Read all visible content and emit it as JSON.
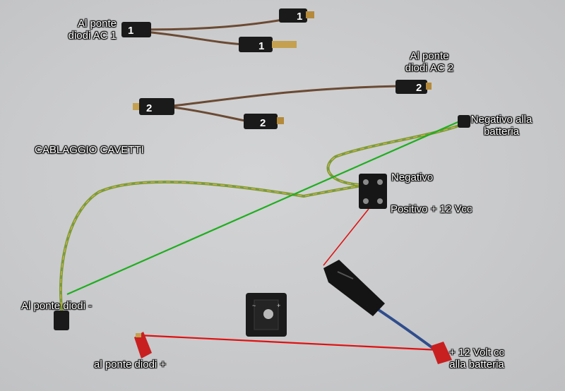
{
  "labels": {
    "ac1": [
      "Al ponte",
      "diodi AC 1"
    ],
    "ac2": [
      "Al ponte",
      "diodi AC 2"
    ],
    "title": "CABLAGGIO CAVETTI",
    "neg_batt": [
      "Negativo alla",
      "batteria"
    ],
    "negativo": "Negativo",
    "positivo": "Positivo + 12 Vcc",
    "diodi_minus": "Al ponte diodi -",
    "diodi_plus": "al ponte diodi +",
    "pos_batt": [
      "+ 12 Volt cc",
      "alla batteria"
    ]
  },
  "connector_numbers": {
    "ac1_a": "1",
    "ac1_b": "1",
    "ac1_c": "1",
    "ac2_a": "2",
    "ac2_b": "2",
    "ac2_c": "2"
  },
  "colors": {
    "background": "#c9cacc",
    "wire_brown": "#6b4a33",
    "wire_green_yellow": "#7e9a3a",
    "wire_blue": "#2f4d8c",
    "guide_green": "#1fae1f",
    "guide_red": "#e01010",
    "connector_black": "#1a1a1a",
    "connector_red": "#c82020"
  }
}
